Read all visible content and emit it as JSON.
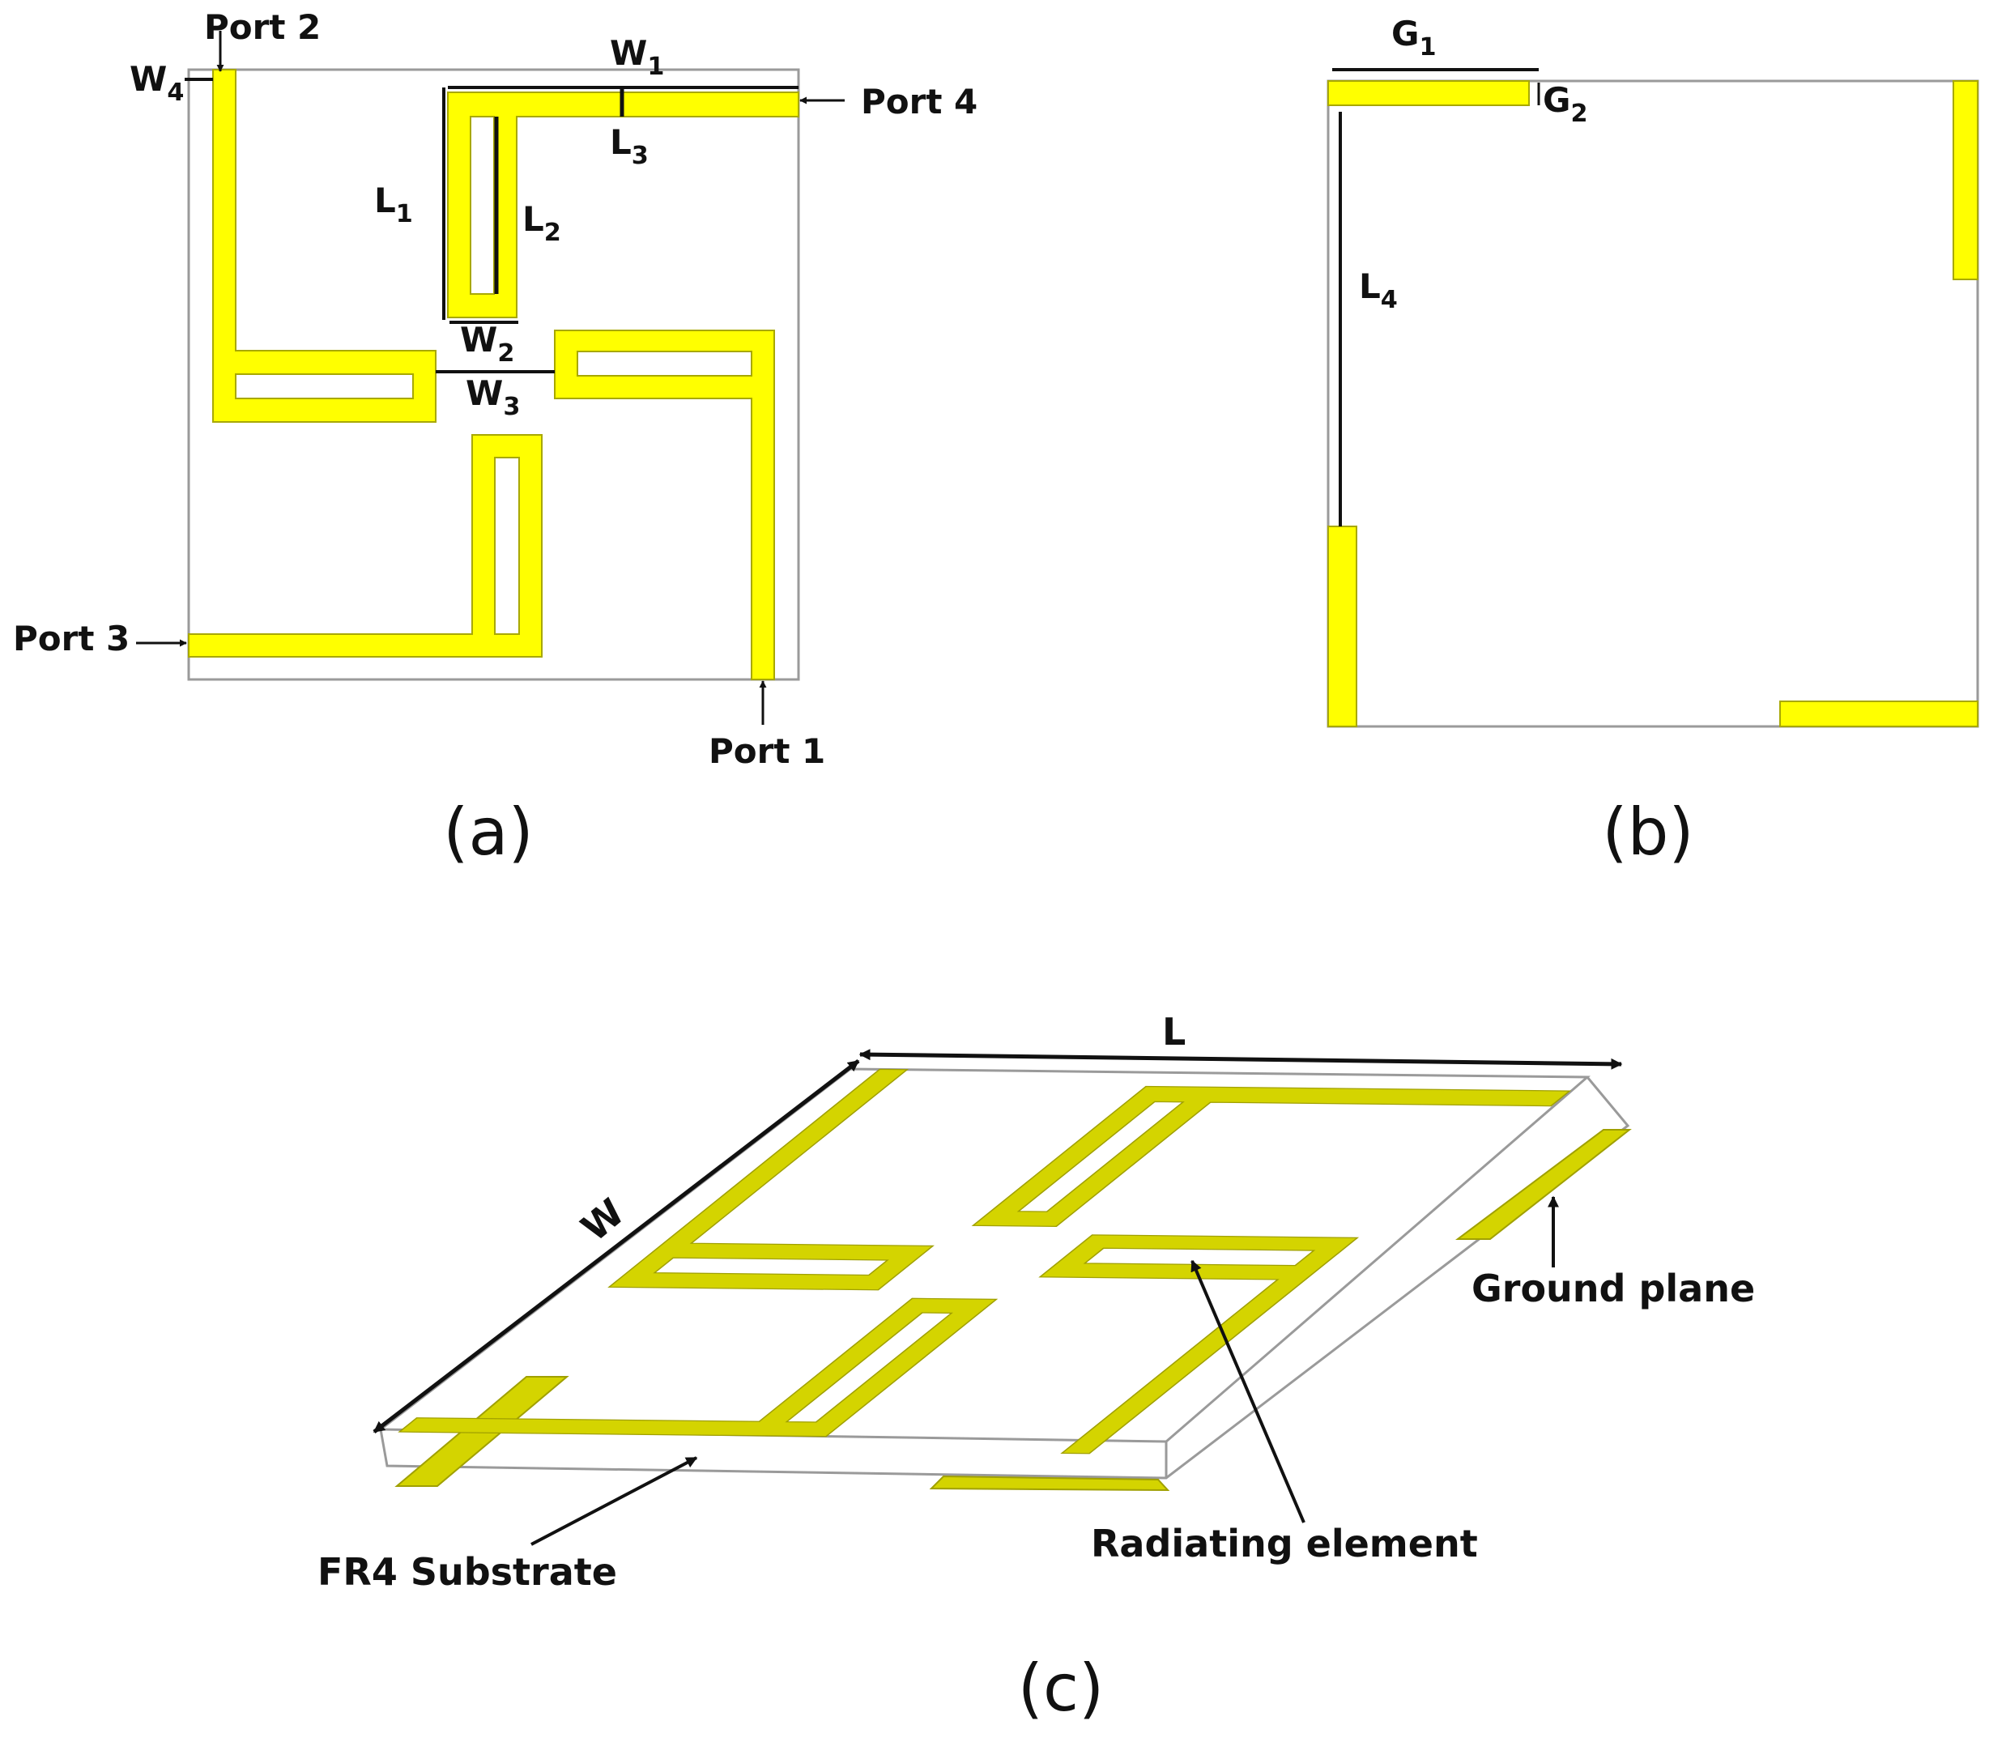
{
  "colors": {
    "conductor": "#ffff00",
    "conductor_stroke": "#a8a800",
    "conductor_3d": "#d4d400",
    "outline": "#9a9a9a",
    "ink": "#111111"
  },
  "panel_a": {
    "caption": "(a)",
    "ports": {
      "port1": "Port 1",
      "port2": "Port 2",
      "port3": "Port 3",
      "port4": "Port 4"
    },
    "dims": {
      "w1": {
        "base": "W",
        "sub": "1"
      },
      "w2": {
        "base": "W",
        "sub": "2"
      },
      "w3": {
        "base": "W",
        "sub": "3"
      },
      "w4": {
        "base": "W",
        "sub": "4"
      },
      "l1": {
        "base": "L",
        "sub": "1"
      },
      "l2": {
        "base": "L",
        "sub": "2"
      },
      "l3": {
        "base": "L",
        "sub": "3"
      }
    }
  },
  "panel_b": {
    "caption": "(b)",
    "dims": {
      "g1": {
        "base": "G",
        "sub": "1"
      },
      "g2": {
        "base": "G",
        "sub": "2"
      },
      "l4": {
        "base": "L",
        "sub": "4"
      }
    }
  },
  "panel_c": {
    "caption": "(c)",
    "length_label": "L",
    "width_label": "W",
    "ground_plane": "Ground plane",
    "radiating_element": "Radiating element",
    "substrate": "FR4 Substrate"
  }
}
